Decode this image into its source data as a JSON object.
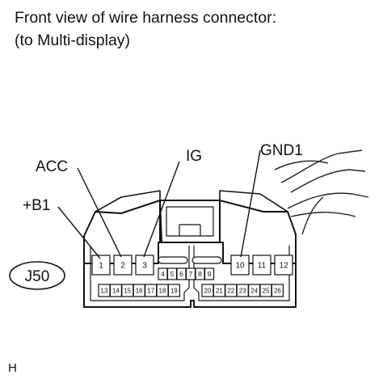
{
  "title_line1": "Front view of wire harness connector:",
  "title_line2": "(to Multi-display)",
  "connector_id": "J50",
  "footer_code": "H",
  "terminal_labels": {
    "plus_b1": "+B1",
    "acc": "ACC",
    "ig": "IG",
    "gnd1": "GND1"
  },
  "pins_top_left": [
    "1",
    "2",
    "3"
  ],
  "pins_top_mid": [
    "4",
    "5",
    "6",
    "7",
    "8",
    "9"
  ],
  "pins_top_right": [
    "10",
    "11",
    "12"
  ],
  "pins_bottom_left": [
    "13",
    "14",
    "15",
    "16",
    "17",
    "18",
    "19"
  ],
  "pins_bottom_right": [
    "20",
    "21",
    "22",
    "23",
    "24",
    "25",
    "26"
  ]
}
